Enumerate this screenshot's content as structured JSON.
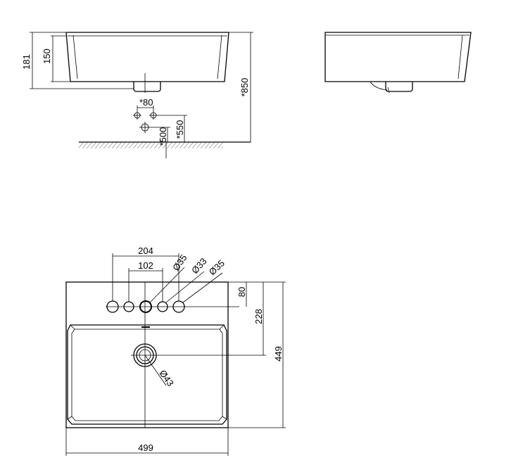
{
  "dimensions": {
    "front_total_height": "181",
    "front_inner_height": "150",
    "install_height": "*850",
    "tap_spacing_small": "*80",
    "waste_height": "*500",
    "supply_height": "*550",
    "tap_spacing_outer": "204",
    "tap_spacing_inner": "102",
    "hole_dia_left": "Ø35",
    "hole_dia_center": "Ø33",
    "hole_dia_right": "Ø35",
    "hole_from_back": "80",
    "drain_from_back": "228",
    "overall_depth": "449",
    "overall_width": "499",
    "drain_dia": "Ø43"
  }
}
